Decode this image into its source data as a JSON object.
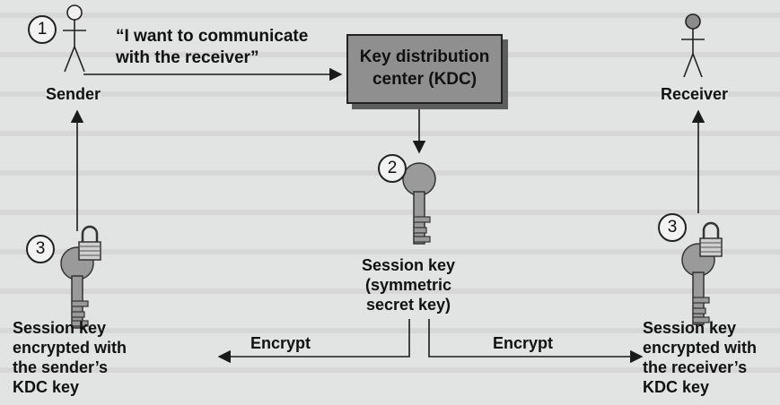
{
  "step_1": "1",
  "step_2": "2",
  "step_3": "3",
  "request": {
    "line1": "“I want to communicate",
    "line2": "with the receiver”"
  },
  "kdc": {
    "line1": "Key distribution",
    "line2": "center (KDC)"
  },
  "sender_label": "Sender",
  "receiver_label": "Receiver",
  "session_key": {
    "line1": "Session key",
    "line2": "(symmetric",
    "line3": "secret key)"
  },
  "sender_encrypted": {
    "line1": "Session key",
    "line2": "encrypted with",
    "line3": "the sender’s",
    "line4": "KDC key"
  },
  "receiver_encrypted": {
    "line1": "Session key",
    "line2": "encrypted with",
    "line3": "the receiver’s",
    "line4": "KDC key"
  },
  "encrypt_left": "Encrypt",
  "encrypt_right": "Encrypt",
  "colors": {
    "kdc_fill": "#8f8f8f",
    "key_fill": "#9a9a9a",
    "line": "#1a1a1a"
  },
  "icons": [
    "person-icon",
    "key-icon",
    "padlock-icon",
    "arrowhead-icon"
  ]
}
